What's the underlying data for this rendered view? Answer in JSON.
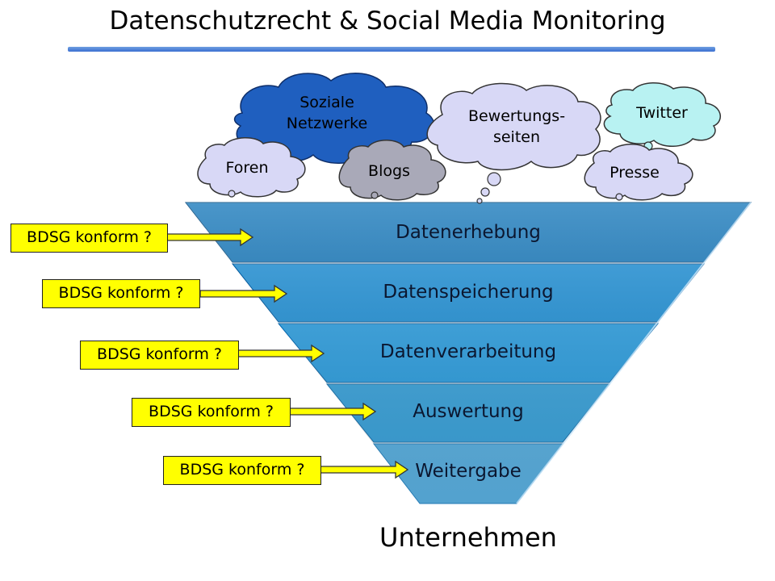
{
  "title": "Datenschutzrecht & Social Media Monitoring",
  "sources": [
    {
      "key": "soziale",
      "lines": [
        "Soziale",
        "Netzwerke"
      ],
      "fill": "#1f5fbf"
    },
    {
      "key": "bewertung",
      "lines": [
        "Bewertungs-",
        "seiten"
      ],
      "fill": "#d8d8f6"
    },
    {
      "key": "twitter",
      "lines": [
        "Twitter"
      ],
      "fill": "#b8f2f2"
    },
    {
      "key": "foren",
      "lines": [
        "Foren"
      ],
      "fill": "#d8d8f6"
    },
    {
      "key": "blogs",
      "lines": [
        "Blogs"
      ],
      "fill": "#a9a9b8"
    },
    {
      "key": "presse",
      "lines": [
        "Presse"
      ],
      "fill": "#d8d8f6"
    }
  ],
  "layers": [
    {
      "label": "Datenerhebung",
      "color": "#0e73b8"
    },
    {
      "label": "Datenspeicherung",
      "color": "#1a8fd8"
    },
    {
      "label": "Datenverarbeitung",
      "color": "#2aa0e4"
    },
    {
      "label": "Auswertung",
      "color": "#3aa6e0"
    },
    {
      "label": "Weitergabe",
      "color": "#5cb4e6"
    }
  ],
  "check_label": "BDSG konform ?",
  "bottom_label": "Unternehmen",
  "colors": {
    "arrow": "#ffff00",
    "box": "#ffff00",
    "rule": "#3b6fd1"
  }
}
